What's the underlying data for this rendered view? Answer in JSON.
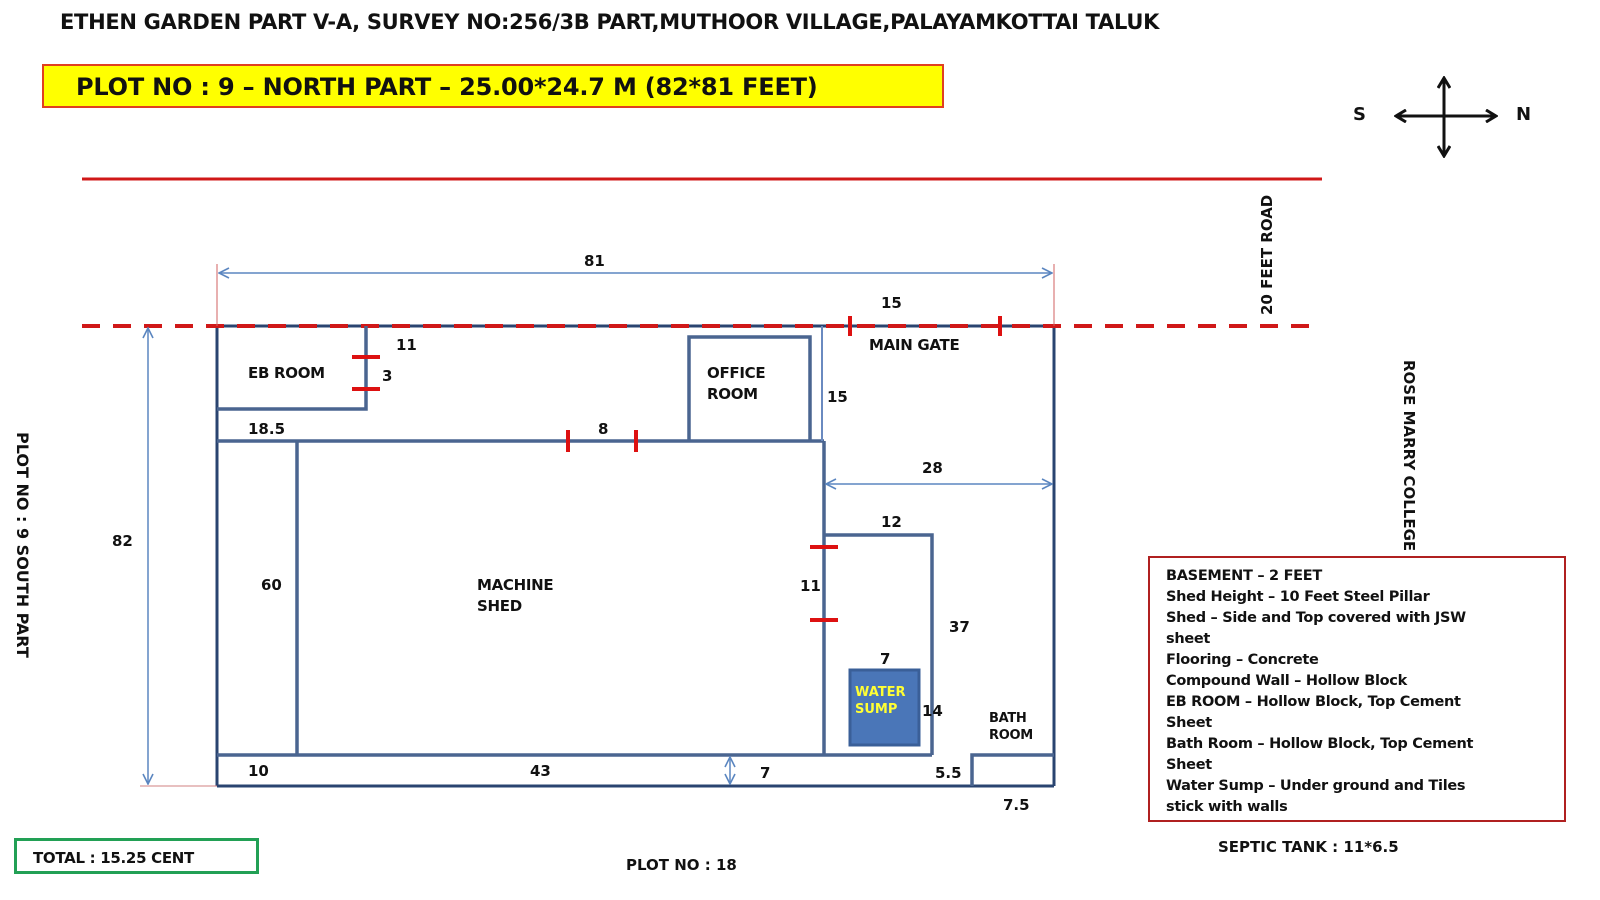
{
  "header": {
    "title": "ETHEN GARDEN PART V-A, SURVEY NO:256/3B PART,MUTHOOR VILLAGE,PALAYAMKOTTAI TALUK",
    "plot_banner": "PLOT NO : 9 – NORTH PART – 25.00*24.7 M (82*81 FEET)"
  },
  "compass": {
    "left": "S",
    "right": "N"
  },
  "surroundings": {
    "road": "20 FEET ROAD",
    "east": "ROSE MARRY COLLEGE",
    "south_neighbor": "PLOT NO : 9 SOUTH PART",
    "bottom_neighbor": "PLOT NO : 18"
  },
  "rooms": {
    "eb_room": "EB ROOM",
    "office_room_line1": "OFFICE",
    "office_room_line2": "ROOM",
    "main_gate": "MAIN GATE",
    "machine_shed_line1": "MACHINE",
    "machine_shed_line2": "SHED",
    "water_sump_line1": "WATER",
    "water_sump_line2": "SUMP",
    "bath_room_line1": "BATH",
    "bath_room_line2": "ROOM"
  },
  "dimensions": {
    "overall_width": "81",
    "overall_depth": "82",
    "gate_width": "15",
    "eb_room_length": "11",
    "eb_door": "3",
    "left_strip": "18.5",
    "shed_door": "8",
    "office_side": "15",
    "open_area_width": "28",
    "inner_block_width": "12",
    "inner_door": "11",
    "inner_block_depth": "37",
    "sump_width": "7",
    "sump_depth": "14",
    "left_column": "60",
    "bottom_left": "10",
    "bottom_mid": "43",
    "bottom_gap": "7",
    "bath_offset": "5.5",
    "bath_width": "7.5"
  },
  "notes": [
    "BASEMENT – 2 FEET",
    "Shed Height – 10 Feet Steel Pillar",
    "Shed – Side and Top covered with JSW",
    "sheet",
    "Flooring – Concrete",
    "Compound Wall – Hollow Block",
    "EB ROOM – Hollow Block, Top Cement",
    "Sheet",
    "Bath Room – Hollow Block, Top Cement",
    "Sheet",
    "Water  Sump – Under ground and Tiles",
    "stick with walls"
  ],
  "septic_tank": "SEPTIC TANK : 11*6.5",
  "total": "TOTAL : 15.25 CENT",
  "colors": {
    "wall": "#3f5f8a",
    "outer_wall": "#1f3560",
    "dimension_line": "#5b86c0",
    "boundary_red": "#d01818",
    "banner_yellow": "#ffff00",
    "sump_blue": "#4a76b8",
    "total_border": "#22a055"
  }
}
